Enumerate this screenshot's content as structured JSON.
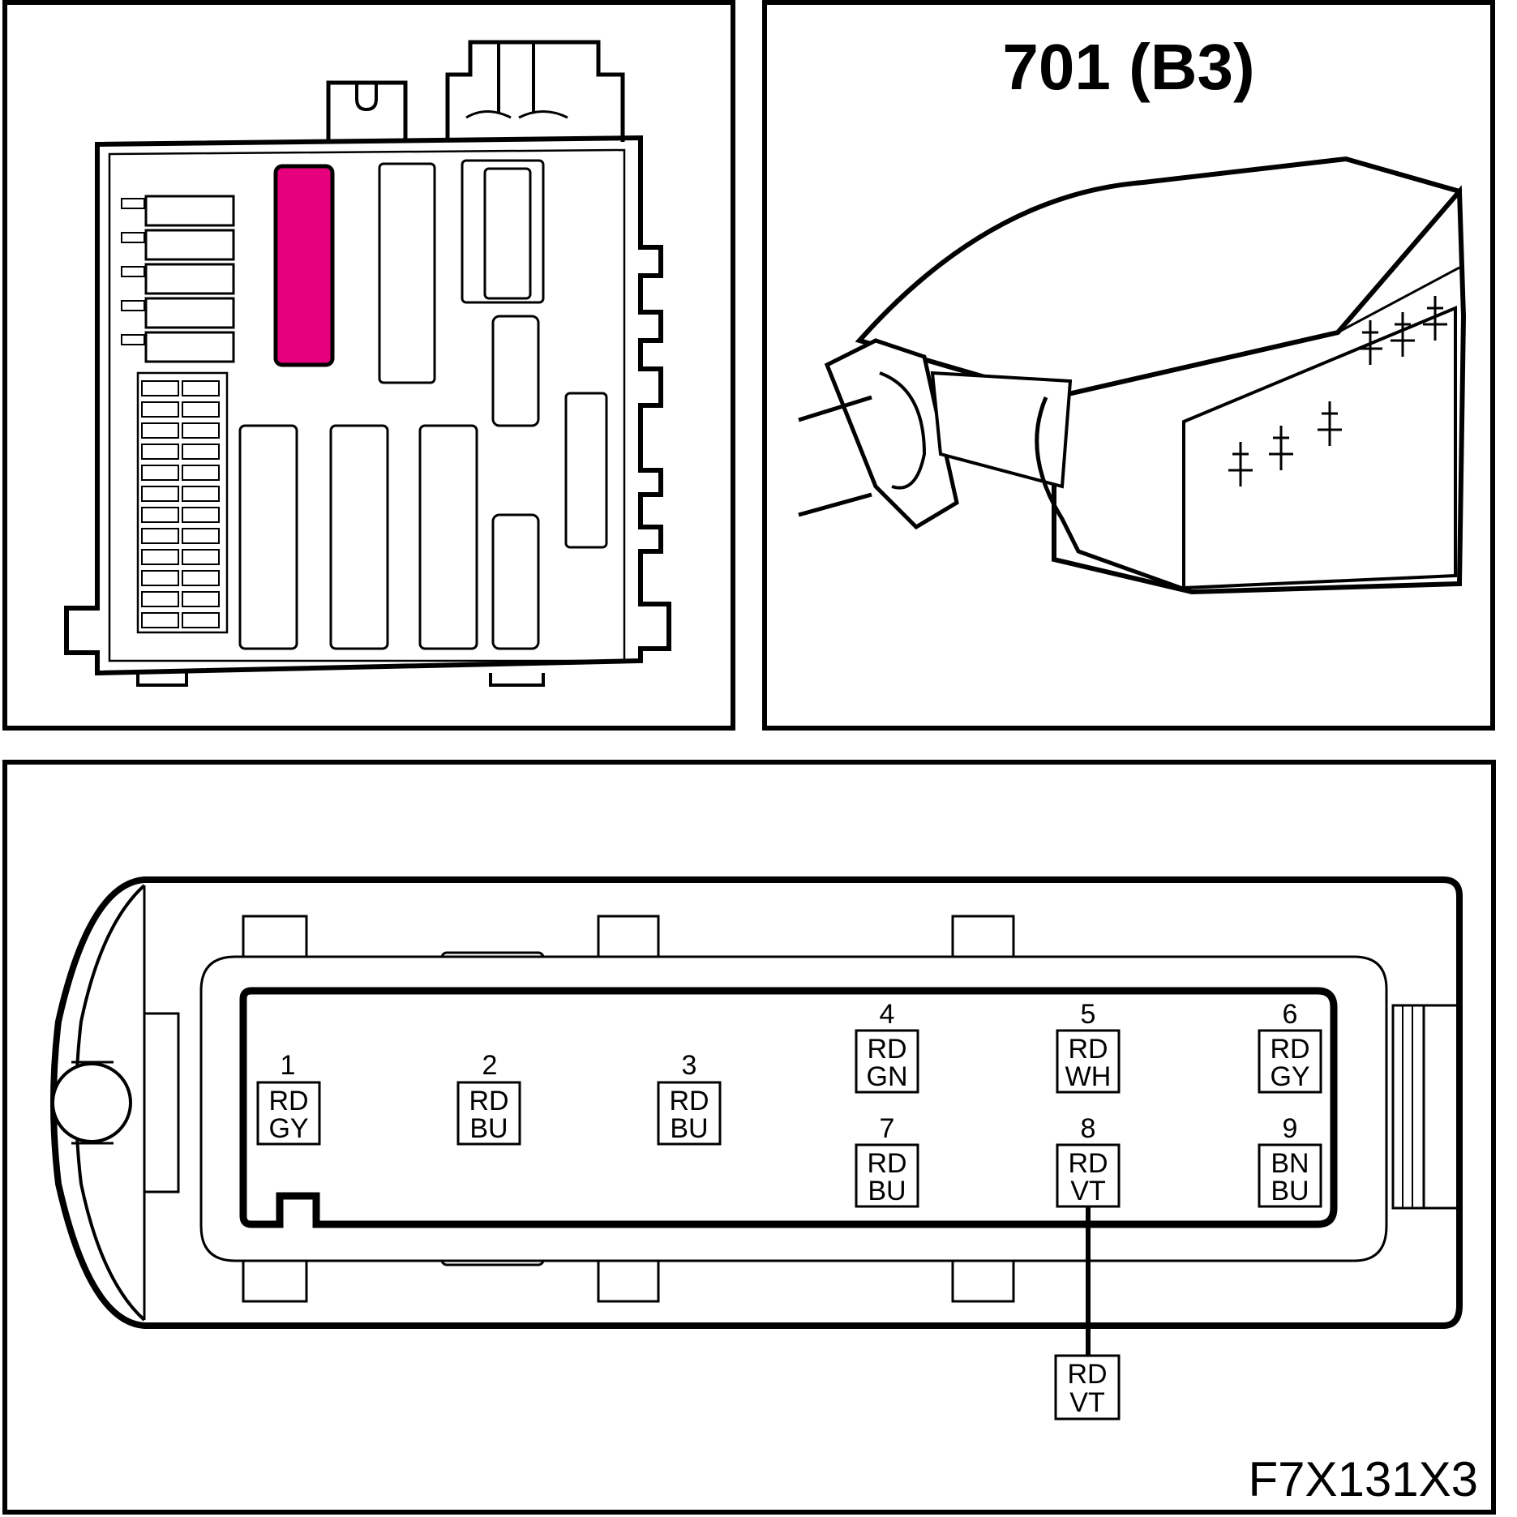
{
  "header": {
    "title": "701 (B3)"
  },
  "footer": {
    "code": "F7X131X3"
  },
  "colors": {
    "highlight": "#e6007e",
    "line": "#000000",
    "background": "#ffffff"
  },
  "fuse_box": {
    "highlighted_slot": "relay-slot-magenta"
  },
  "connector": {
    "pins": [
      {
        "num": "1",
        "c1": "RD",
        "c2": "GY"
      },
      {
        "num": "2",
        "c1": "RD",
        "c2": "BU"
      },
      {
        "num": "3",
        "c1": "RD",
        "c2": "BU"
      },
      {
        "num": "4",
        "c1": "RD",
        "c2": "GN"
      },
      {
        "num": "5",
        "c1": "RD",
        "c2": "WH"
      },
      {
        "num": "6",
        "c1": "RD",
        "c2": "GY"
      },
      {
        "num": "7",
        "c1": "RD",
        "c2": "BU"
      },
      {
        "num": "8",
        "c1": "RD",
        "c2": "VT"
      },
      {
        "num": "9",
        "c1": "BN",
        "c2": "BU"
      }
    ],
    "splice": {
      "c1": "RD",
      "c2": "VT"
    }
  }
}
